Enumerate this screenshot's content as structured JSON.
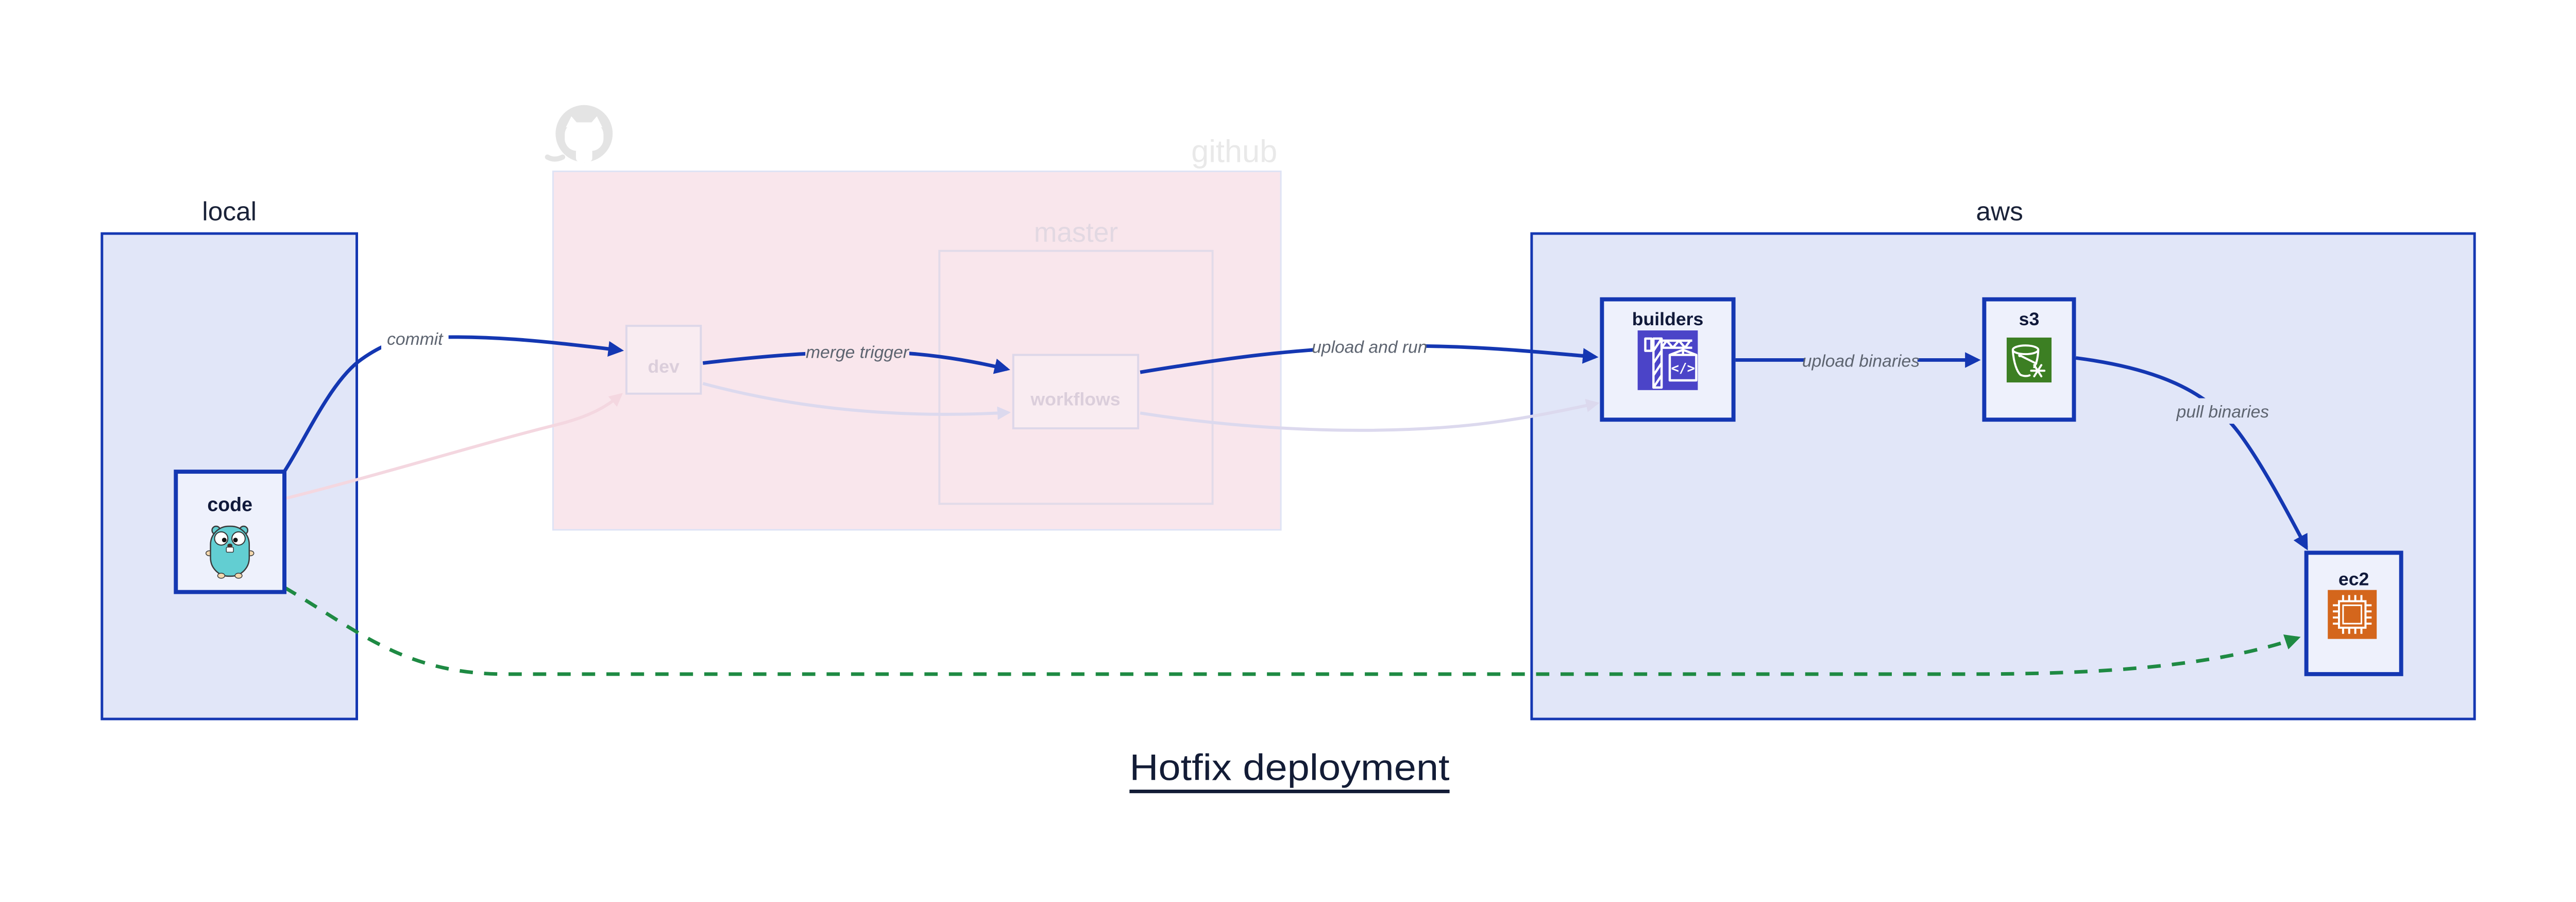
{
  "diagram_title": "Hotfix deployment",
  "containers": {
    "local": {
      "label": "local"
    },
    "github": {
      "label": "github",
      "master": {
        "label": "master"
      }
    },
    "aws": {
      "label": "aws"
    }
  },
  "nodes": {
    "code": {
      "label": "code",
      "icon": "go-gopher-icon"
    },
    "dev": {
      "label": "dev"
    },
    "workflows": {
      "label": "workflows"
    },
    "builders": {
      "label": "builders",
      "icon": "aws-codebuild-crane-icon",
      "icon_text": "</>"
    },
    "s3": {
      "label": "s3",
      "icon": "aws-s3-glacier-bucket-icon"
    },
    "ec2": {
      "label": "ec2",
      "icon": "aws-ec2-chip-icon"
    }
  },
  "edges": {
    "commit": {
      "label": "commit",
      "from": "code",
      "to": "dev",
      "style": "solid-blue"
    },
    "merge_trigger": {
      "label": "merge trigger",
      "from": "dev",
      "to": "workflows",
      "style": "solid-blue"
    },
    "upload_and_run": {
      "label": "upload and run",
      "from": "workflows",
      "to": "builders",
      "style": "solid-blue"
    },
    "upload_binaries": {
      "label": "upload binaries",
      "from": "builders",
      "to": "s3",
      "style": "solid-blue"
    },
    "pull_binaries": {
      "label": "pull binaries",
      "from": "s3",
      "to": "ec2",
      "style": "solid-blue"
    },
    "hotfix_path": {
      "label": "",
      "from": "code",
      "to": "ec2",
      "style": "dashed-green"
    },
    "faded_commit": {
      "label": "",
      "from": "code",
      "to": "dev",
      "style": "faded-pink"
    },
    "faded_merge": {
      "label": "",
      "from": "dev",
      "to": "workflows",
      "style": "faded-lavender"
    },
    "faded_upload": {
      "label": "",
      "from": "workflows",
      "to": "builders",
      "style": "faded-lavender"
    }
  },
  "colors": {
    "edge_blue": "#1437b2",
    "container_fill_blue": "#e1e6f8",
    "node_fill": "#eef1fc",
    "github_fill": "#f9e6ec",
    "faded_stroke": "#ddd7e9",
    "faded_pink_edge": "#f4d7e0",
    "faded_lavender_edge": "#dcd9ee",
    "hotfix_green": "#1e8a43",
    "codebuild_purple": "#4b44c8",
    "s3_glacier_green": "#3c7f23",
    "ec2_orange": "#d4661c",
    "gopher_teal": "#62ced2",
    "edge_label_gray": "#5d6470",
    "dark_text": "#131c36",
    "ghost_gray": "#e4e4e4"
  }
}
